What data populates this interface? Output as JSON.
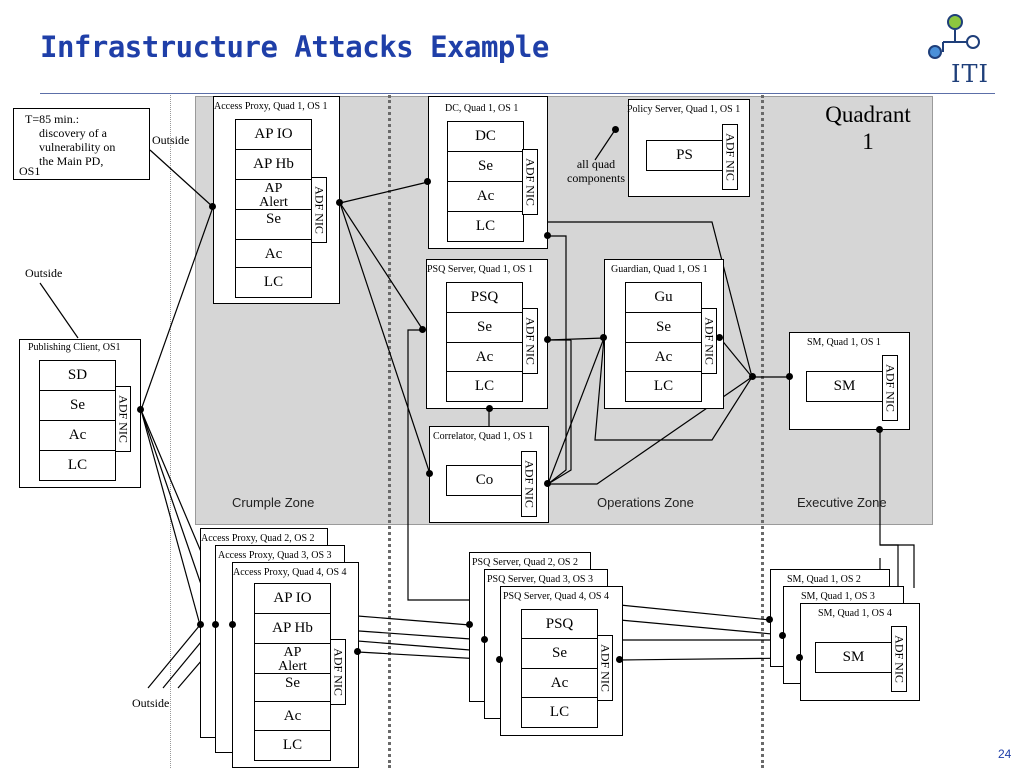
{
  "slide": {
    "title": "Infrastructure Attacks Example",
    "logo_text": "ITI",
    "page_number": "24"
  },
  "note": {
    "lines": [
      "T=85 min.:",
      "discovery of a",
      "vulnerability on",
      "the Main PD,",
      "OS1"
    ]
  },
  "labels": {
    "outside": "Outside",
    "quadrant_line1": "Quadrant",
    "quadrant_line2": "1",
    "all_quad_line1": "all quad",
    "all_quad_line2": "components",
    "adf_nic": "ADF NIC"
  },
  "zones": {
    "crumple": "Crumple Zone",
    "operations": "Operations Zone",
    "executive": "Executive Zone"
  },
  "boxes": {
    "publishing_client": {
      "title": "Publishing Client, OS1",
      "cells": [
        "SD",
        "Se",
        "Ac",
        "LC"
      ]
    },
    "access_proxy_q1": {
      "title": "Access Proxy, Quad 1, OS 1",
      "cells": [
        "AP IO",
        "AP Hb",
        "AP Alert",
        "Se",
        "Ac",
        "LC"
      ]
    },
    "dc_q1": {
      "title": "DC, Quad 1, OS 1",
      "cells": [
        "DC",
        "Se",
        "Ac",
        "LC"
      ]
    },
    "policy_server_q1": {
      "title": "Policy Server, Quad 1, OS 1",
      "cells": [
        "PS"
      ]
    },
    "psq_server_q1": {
      "title": "PSQ Server, Quad 1, OS 1",
      "cells": [
        "PSQ",
        "Se",
        "Ac",
        "LC"
      ]
    },
    "guardian_q1": {
      "title": "Guardian, Quad 1, OS 1",
      "cells": [
        "Gu",
        "Se",
        "Ac",
        "LC"
      ]
    },
    "sm_q1": {
      "title": "SM, Quad 1, OS 1",
      "cells": [
        "SM"
      ]
    },
    "correlator_q1": {
      "title": "Correlator, Quad 1, OS 1",
      "cells": [
        "Co"
      ]
    },
    "access_proxy_q2": {
      "title": "Access Proxy, Quad 2, OS 2"
    },
    "access_proxy_q3": {
      "title": "Access Proxy, Quad 3, OS 3"
    },
    "access_proxy_q4": {
      "title": "Access Proxy, Quad 4, OS 4",
      "cells": [
        "AP IO",
        "AP Hb",
        "AP Alert",
        "Se",
        "Ac",
        "LC"
      ]
    },
    "psq_server_q2": {
      "title": "PSQ Server, Quad 2, OS 2"
    },
    "psq_server_q3": {
      "title": "PSQ Server, Quad 3, OS 3"
    },
    "psq_server_q4": {
      "title": "PSQ Server, Quad 4, OS 4",
      "cells": [
        "PSQ",
        "Se",
        "Ac",
        "LC"
      ]
    },
    "sm_q1_os2": {
      "title": "SM, Quad 1, OS 2"
    },
    "sm_q1_os3": {
      "title": "SM, Quad 1, OS 3"
    },
    "sm_q1_os4": {
      "title": "SM, Quad 1, OS 4",
      "cells": [
        "SM"
      ]
    }
  },
  "colors": {
    "title": "#1f3fa8",
    "zone_background": "#d6d6d6",
    "logo_green": "#8cc63f",
    "logo_blue": "#1f3f7a"
  },
  "icons": [
    "iti-logo-icon"
  ]
}
